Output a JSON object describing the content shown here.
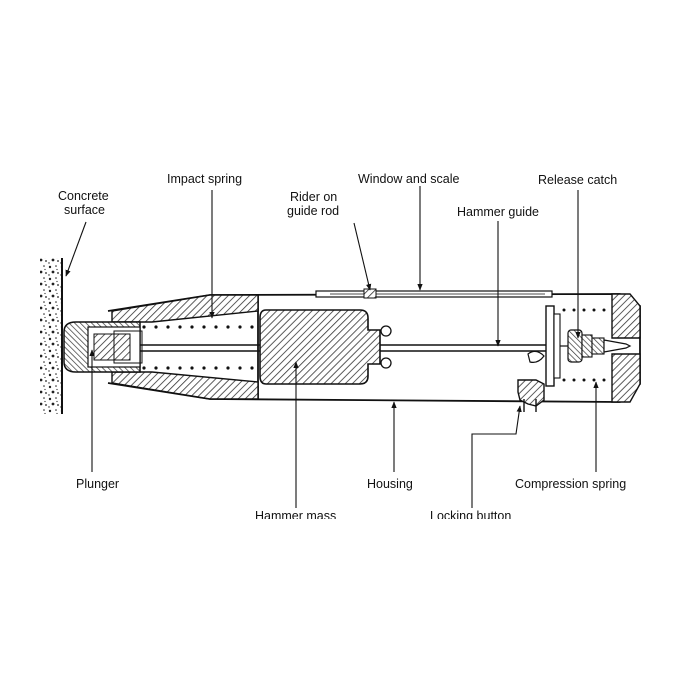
{
  "labels": {
    "concrete_surface": [
      "Concrete",
      "surface"
    ],
    "impact_spring": "Impact spring",
    "rider_on_guide_rod": [
      "Rider on",
      "guide rod"
    ],
    "window_and_scale": "Window and scale",
    "release_catch": "Release catch",
    "hammer_guide": "Hammer guide",
    "plunger": "Plunger",
    "housing": "Housing",
    "compression_spring": "Compression spring",
    "hammer_mass": "Hammer mass",
    "locking_button": "Locking button"
  },
  "colors": {
    "ink": "#111111",
    "hatch": "#333333",
    "background": "#ffffff"
  }
}
